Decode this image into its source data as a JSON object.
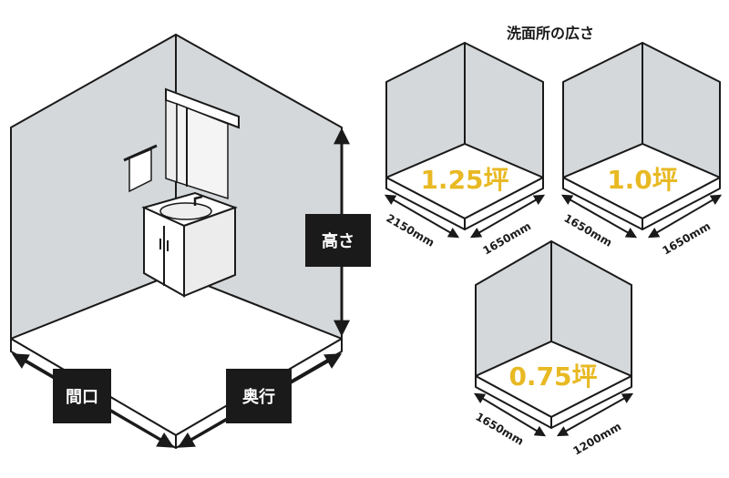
{
  "title": "洗面所の広さ",
  "room_labels": {
    "height": "高さ",
    "frontage": "間口",
    "depth": "奥行"
  },
  "rooms": [
    {
      "area": "1.25坪",
      "dim_left": "2150mm",
      "dim_right": "1650mm"
    },
    {
      "area": "1.0坪",
      "dim_left": "1650mm",
      "dim_right": "1650mm"
    },
    {
      "area": "0.75坪",
      "dim_left": "1650mm",
      "dim_right": "1200mm"
    }
  ],
  "colors": {
    "wall": "#d5d8da",
    "area_text": "#e8b923",
    "outline": "#1a1a1a"
  }
}
